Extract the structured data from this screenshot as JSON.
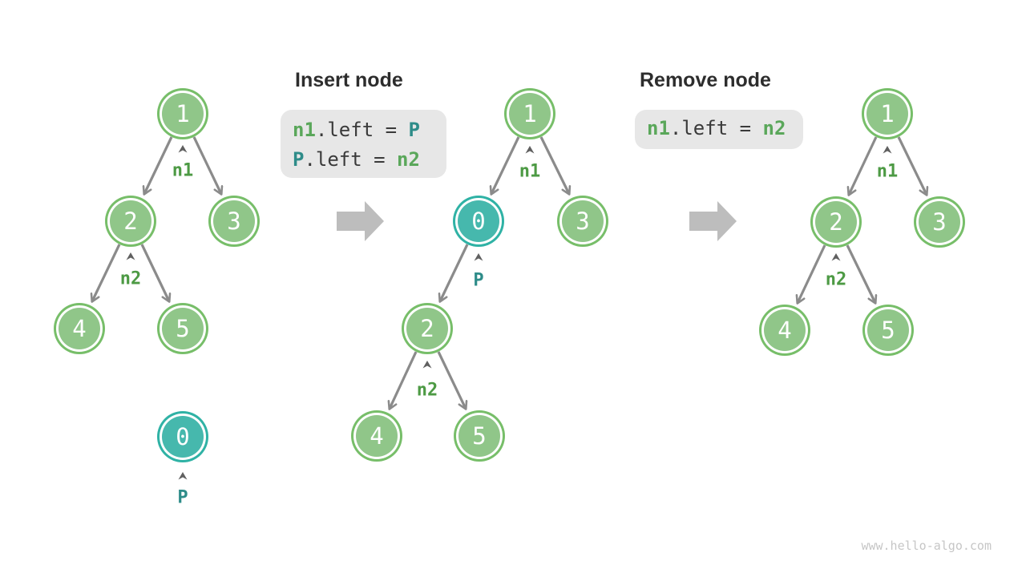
{
  "titles": {
    "insert": "Insert node",
    "remove": "Remove node"
  },
  "code": {
    "insert": {
      "line1": {
        "t1": "n1",
        "t2": ".left = ",
        "t3": "P"
      },
      "line2": {
        "t1": "P",
        "t2": ".left = ",
        "t3": "n2"
      }
    },
    "remove": {
      "line1": {
        "t1": "n1",
        "t2": ".left = ",
        "t3": "n2"
      }
    }
  },
  "trees": {
    "left": {
      "nodes": {
        "v1": "1",
        "v2": "2",
        "v3": "3",
        "v4": "4",
        "v5": "5",
        "v0": "0"
      },
      "labels": {
        "n1": "n1",
        "n2": "n2",
        "p": "P"
      }
    },
    "middle": {
      "nodes": {
        "v1": "1",
        "v0": "0",
        "v3": "3",
        "v2": "2",
        "v4": "4",
        "v5": "5"
      },
      "labels": {
        "n1": "n1",
        "p": "P",
        "n2": "n2"
      }
    },
    "right": {
      "nodes": {
        "v1": "1",
        "v2": "2",
        "v3": "3",
        "v4": "4",
        "v5": "5"
      },
      "labels": {
        "n1": "n1",
        "n2": "n2"
      }
    }
  },
  "icons": {
    "transform_arrow": "block-right-arrow",
    "pointer_arrowhead": "up-arrowhead",
    "edge_arrow": "open-v-arrowhead"
  },
  "colors": {
    "node_green_fill": "#90C689",
    "node_green_border": "#77BE69",
    "node_teal_fill": "#46B8AD",
    "node_teal_border": "#2FB2A5",
    "edge_gray": "#8B8B8B",
    "block_arrow_gray": "#BDBDBD",
    "caret_gray": "#606060",
    "label_green": "#4D9A44",
    "label_teal": "#2E8C89",
    "code_green": "#5AA75A",
    "code_teal": "#2E8C89",
    "code_text": "#3A3A3A",
    "code_box_bg": "#E7E7E7",
    "title_text": "#2D2D2D",
    "watermark_gray": "#C6C6C6",
    "background": "#FFFFFF"
  },
  "watermark": "www.hello-algo.com"
}
